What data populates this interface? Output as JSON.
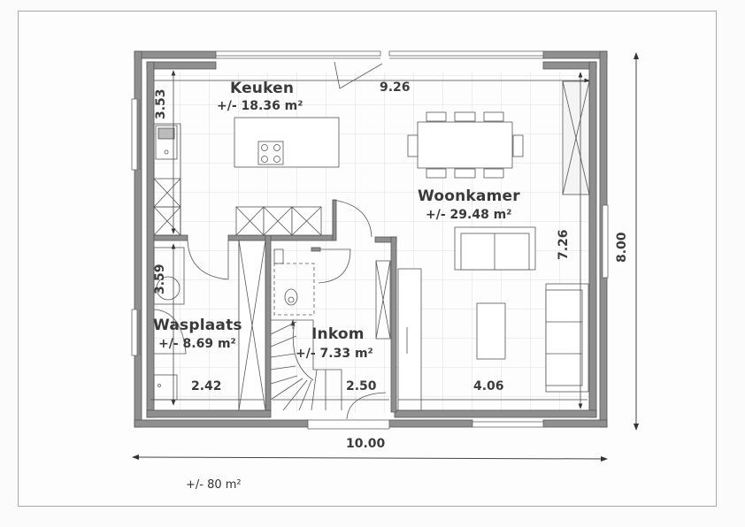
{
  "plan": {
    "rooms": [
      {
        "name": "Keuken",
        "area": "+/- 18.36 m²"
      },
      {
        "name": "Woonkamer",
        "area": "+/- 29.48 m²"
      },
      {
        "name": "Wasplaats",
        "area": "+/- 8.69 m²"
      },
      {
        "name": "Inkom",
        "area": "+/- 7.33 m²"
      }
    ],
    "dimensions": {
      "kitchen_depth": "3.53",
      "living_width": "9.26",
      "living_depth": "7.26",
      "overall_depth": "8.00",
      "overall_width": "10.00",
      "wasplaats_depth": "3.59",
      "wasplaats_width": "2.42",
      "inkom_width": "2.50",
      "living_front_width": "4.06"
    },
    "total_area": "+/- 80 m²"
  },
  "colors": {
    "wall": "#8f8f8f",
    "wall_outline": "#555555",
    "line": "#4a4a4a",
    "grid": "#dcdcdc",
    "text": "#3a3a3a"
  }
}
